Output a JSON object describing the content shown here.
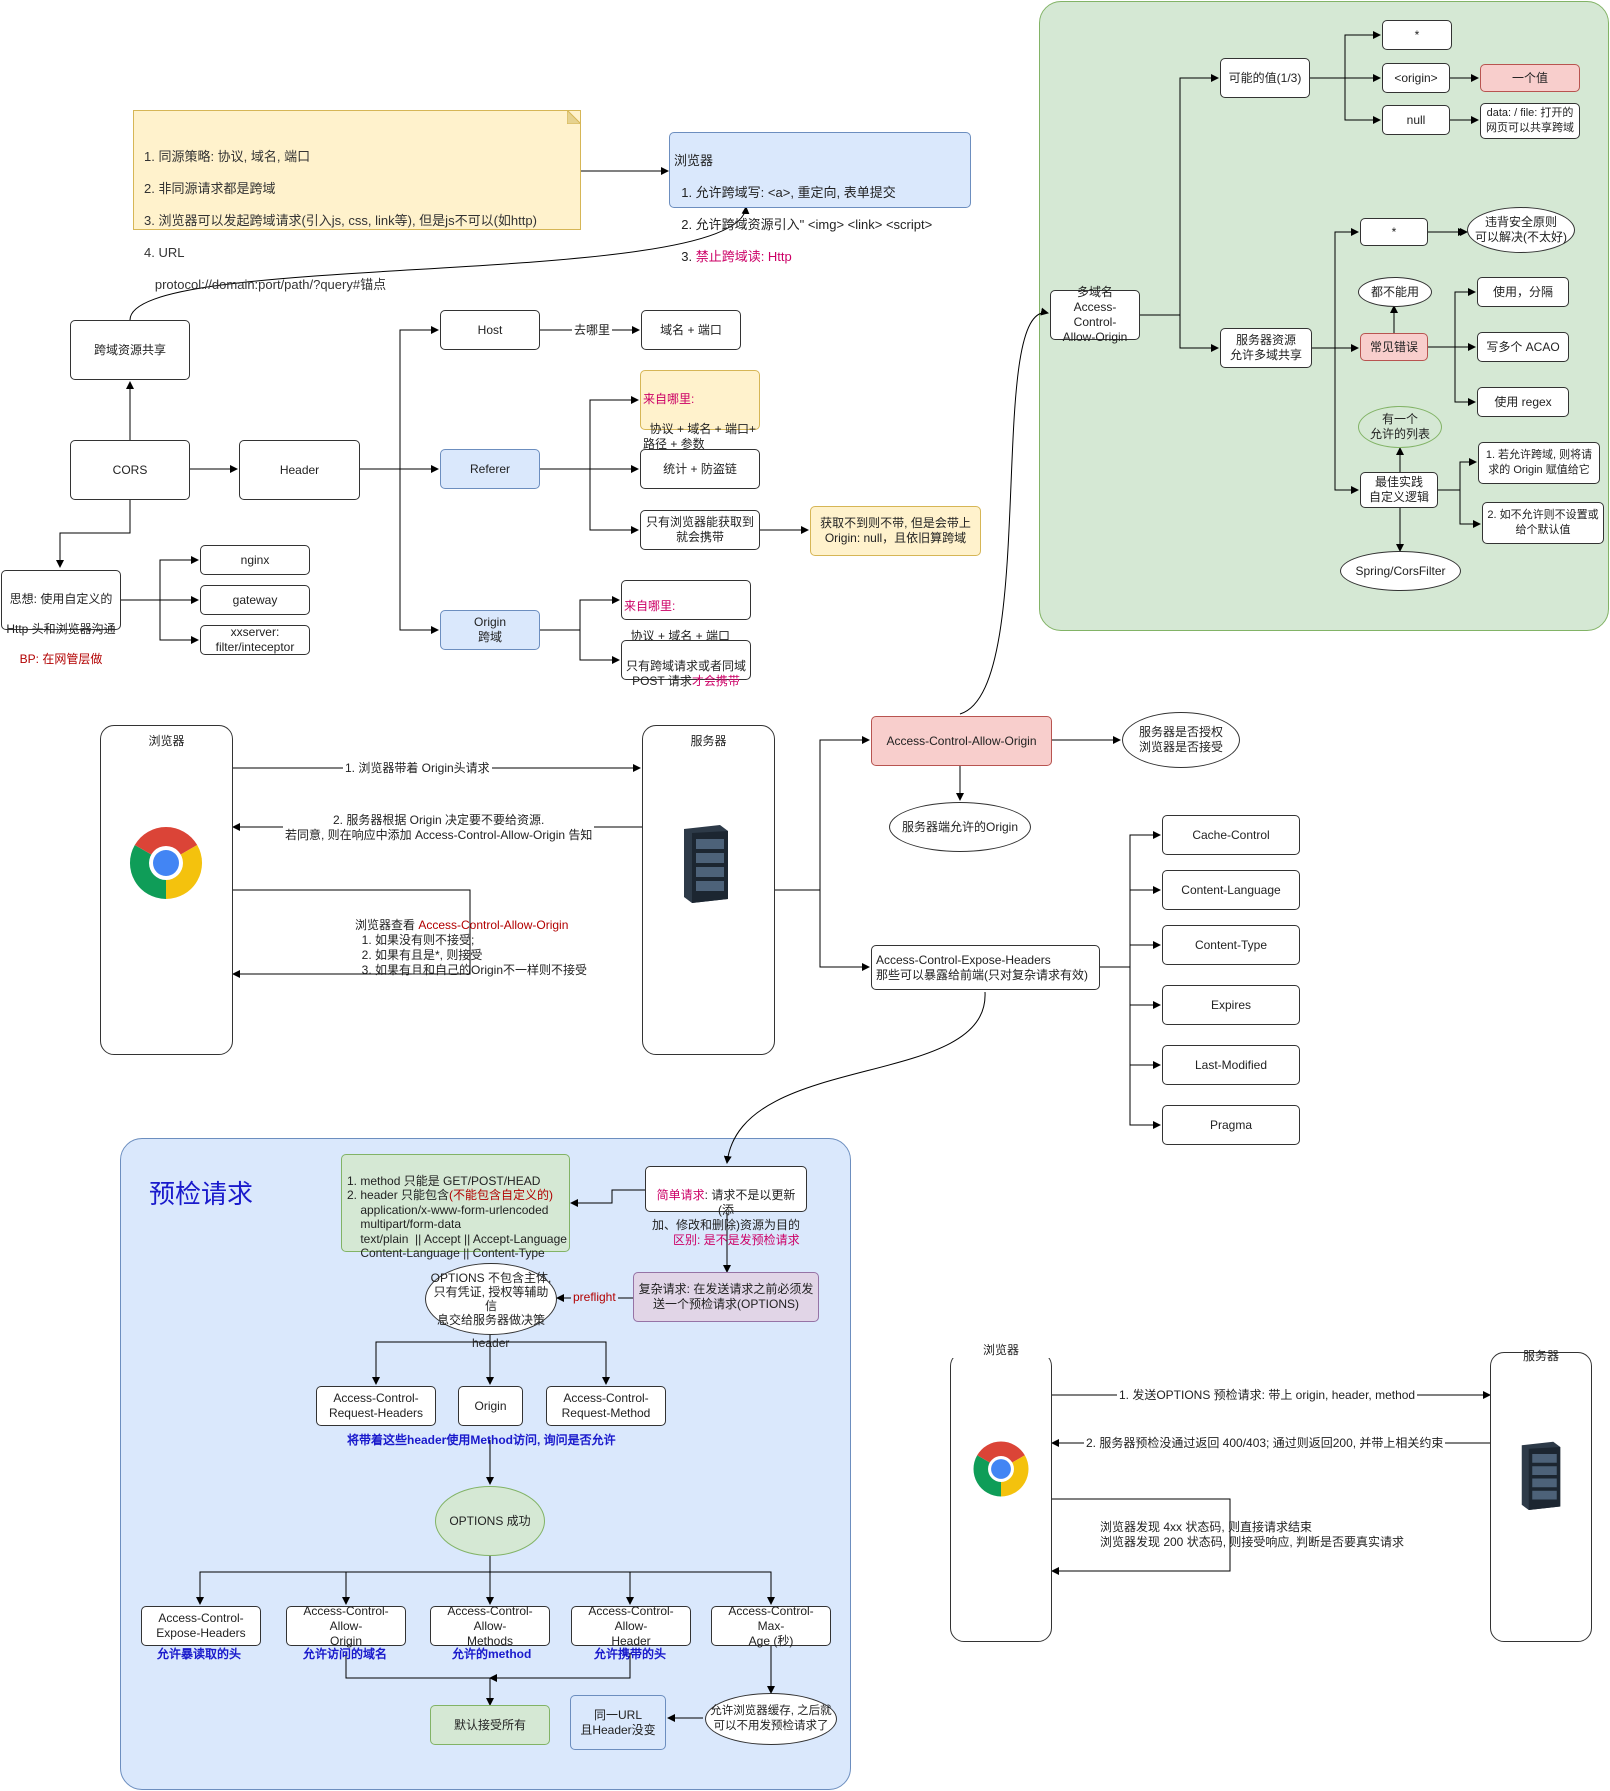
{
  "note": {
    "lines": [
      "1. 同源策略: 协议, 域名, 端口",
      "2. 非同源请求都是跨域",
      "3. 浏览器可以发起跨域请求(引入js, css, link等), 但是js不可以(如http)",
      "4. URL",
      "   protocol://domain:port/path/?query#锚点"
    ]
  },
  "browser_box": {
    "title": "浏览器",
    "l1": "  1. 允许跨域写: <a>, 重定向, 表单提交",
    "l2": "  2. 允许跨域资源引入\" <img> <link> <script>",
    "l3_prefix": "  3. ",
    "l3": "禁止跨域读: Http"
  },
  "cors": {
    "label": "CORS",
    "share": "跨域资源共享",
    "header": "Header",
    "idea_l1": "思想: 使用自定义的",
    "idea_l2": "Http 头和浏览器沟通",
    "idea_bp": "BP: 在网管层做",
    "nginx": "nginx",
    "gateway": "gateway",
    "xxserver": "xxserver:\nfilter/inteceptor"
  },
  "headers": {
    "host": "Host",
    "host_edge": "去哪里",
    "host_value": "域名 + 端口",
    "referer": "Referer",
    "referer_from_title": "来自哪里:",
    "referer_from_body": "  协议 + 域名 + 端口+\n路径 + 参数",
    "referer_stat": "统计 + 防盗链",
    "referer_browser": "只有浏览器能获取到\n就会携带",
    "referer_null": "获取不到则不带, 但是会带上\nOrigin: null，且依旧算跨域",
    "origin": "Origin\n跨域",
    "origin_from_title": "来自哪里:",
    "origin_from_body": "  协议 + 域名 + 端口",
    "origin_when": "只有跨域请求或者同域\nPOST 请求",
    "origin_when_red": "才会携带"
  },
  "flow1": {
    "browser": "浏览器",
    "server": "服务器",
    "m1": "1. 浏览器带着 Origin头请求",
    "m2": "2. 服务器根据 Origin 决定要不要给资源.\n若同意, 则在响应中添加 Access-Control-Allow-Origin 告知",
    "m3_prefix": "浏览器查看 ",
    "m3_red": "Access-Control-Allow-Origin",
    "m3_rest": "  1. 如果没有则不接受;\n  2. 如果有且是*, 则接受\n  3. 如果有且和自己的Origin不一样则不接受"
  },
  "acao": {
    "label": "Access-Control-Allow-Origin",
    "auth": "服务器是否授权\n浏览器是否接受",
    "carries": "服务器端允许的Origin",
    "expose": "Access-Control-Expose-Headers\n那些可以暴露给前端(只对复杂请求有效)",
    "expose_list": [
      "Cache-Control",
      "Content-Language",
      "Content-Type",
      "Expires",
      "Last-Modified",
      "Pragma"
    ]
  },
  "green": {
    "multi": "多域名\nAccess-Control-\nAllow-Origin",
    "possible": "可能的值(1/3)",
    "star": "*",
    "origin": "<origin>",
    "null": "null",
    "one_value": "一个值",
    "data_file": "data: / file: 打开的\n网页可以共享跨域",
    "multi_share": "服务器资源\n允许多域共享",
    "star2": "*",
    "violate": "违背安全原则\n可以解决(不太好)",
    "cant": "都不能用",
    "common_err": "常见错误",
    "use_sep": "使用，分隔",
    "many_acao": "写多个 ACAO",
    "use_regex": "使用 regex",
    "allow_list": "有一个\n允许的列表",
    "best": "最佳实践\n自定义逻辑",
    "allow1": "1. 若允许跨域, 则将请\n求的 Origin 赋值给它",
    "allow2": "2. 如不允许则不设置或\n给个默认值",
    "spring": "Spring/CorsFilter"
  },
  "preflight": {
    "title": "预检请求",
    "simple_cond": "1. method 只能是 GET/POST/HEAD\n2. header 只能包含",
    "simple_cond_red": "(不能包含自定义的)",
    "simple_cond_rest": "    application/x-www-form-urlencoded\n    multipart/form-data\n    text/plain  || Accept || Accept-Language\n    Content-Language || Content-Type",
    "simple_title": "简单请求",
    "simple_body": ": 请求不是以更新(添\n加、修改和删除)资源为目的",
    "diff": "区别: 是不是发预检请求",
    "complex": "复杂请求: 在发送请求之前必须发\n送一个预检请求(OPTIONS)",
    "preflight_edge": "preflight",
    "options_desc": "OPTIONS 不包含主体,\n只有凭证, 授权等辅助信\n息交给服务器做决策",
    "header_lbl": "header",
    "req_headers": "Access-Control-\nRequest-Headers",
    "origin": "Origin",
    "req_method": "Access-Control-\nRequest-Method",
    "ask": "将带着这些header使用Method访问, 询问是否允许",
    "options_ok": "OPTIONS 成功",
    "resp": [
      "Access-Control-\nExpose-Headers",
      "Access-Control-Allow-\nOrigin",
      "Access-Control-Allow-\nMethods",
      "Access-Control-Allow-\nHeader",
      "Access-Control-Max-\nAge (秒)"
    ],
    "resp_notes": [
      "允许暴读取的头",
      "允许访问的域名",
      "允许的method",
      "允许携带的头"
    ],
    "default_all": "默认接受所有",
    "same_url": "同一URL\n且Header没变",
    "cache": "允许浏览器缓存, 之后就\n可以不用发预检请求了"
  },
  "flow2": {
    "browser": "浏览器",
    "server": "服务器",
    "m1": "1. 发送OPTIONS 预检请求: 带上 origin, header, method",
    "m2": "2. 服务器预检没通过返回 400/403; 通过则返回200, 并带上相关约束",
    "m3": "浏览器发现 4xx 状态码, 则直接请求结束\n浏览器发现 200 状态码, 则接受响应, 判断是否要真实请求"
  }
}
